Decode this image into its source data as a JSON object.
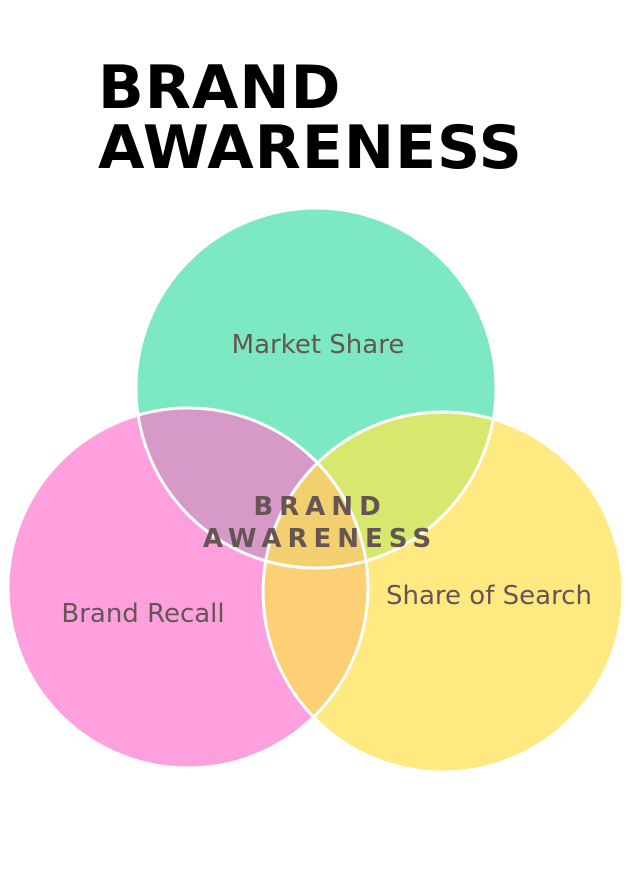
{
  "title_lines": [
    "BRAND",
    "AWARENESS"
  ],
  "circles": {
    "top": {
      "label": "Market Share",
      "color": "#7de9c3"
    },
    "left": {
      "label": "Brand Recall",
      "color": "#fda0dd"
    },
    "right": {
      "label": "Share of Search",
      "color": "#feea80"
    }
  },
  "overlaps": {
    "top_left": "#d79ac8",
    "top_right": "#d8e86e",
    "left_right": "#fdd076",
    "all": "#f2cf6f"
  },
  "center_label_lines": [
    "BRAND",
    "AWARENESS"
  ]
}
